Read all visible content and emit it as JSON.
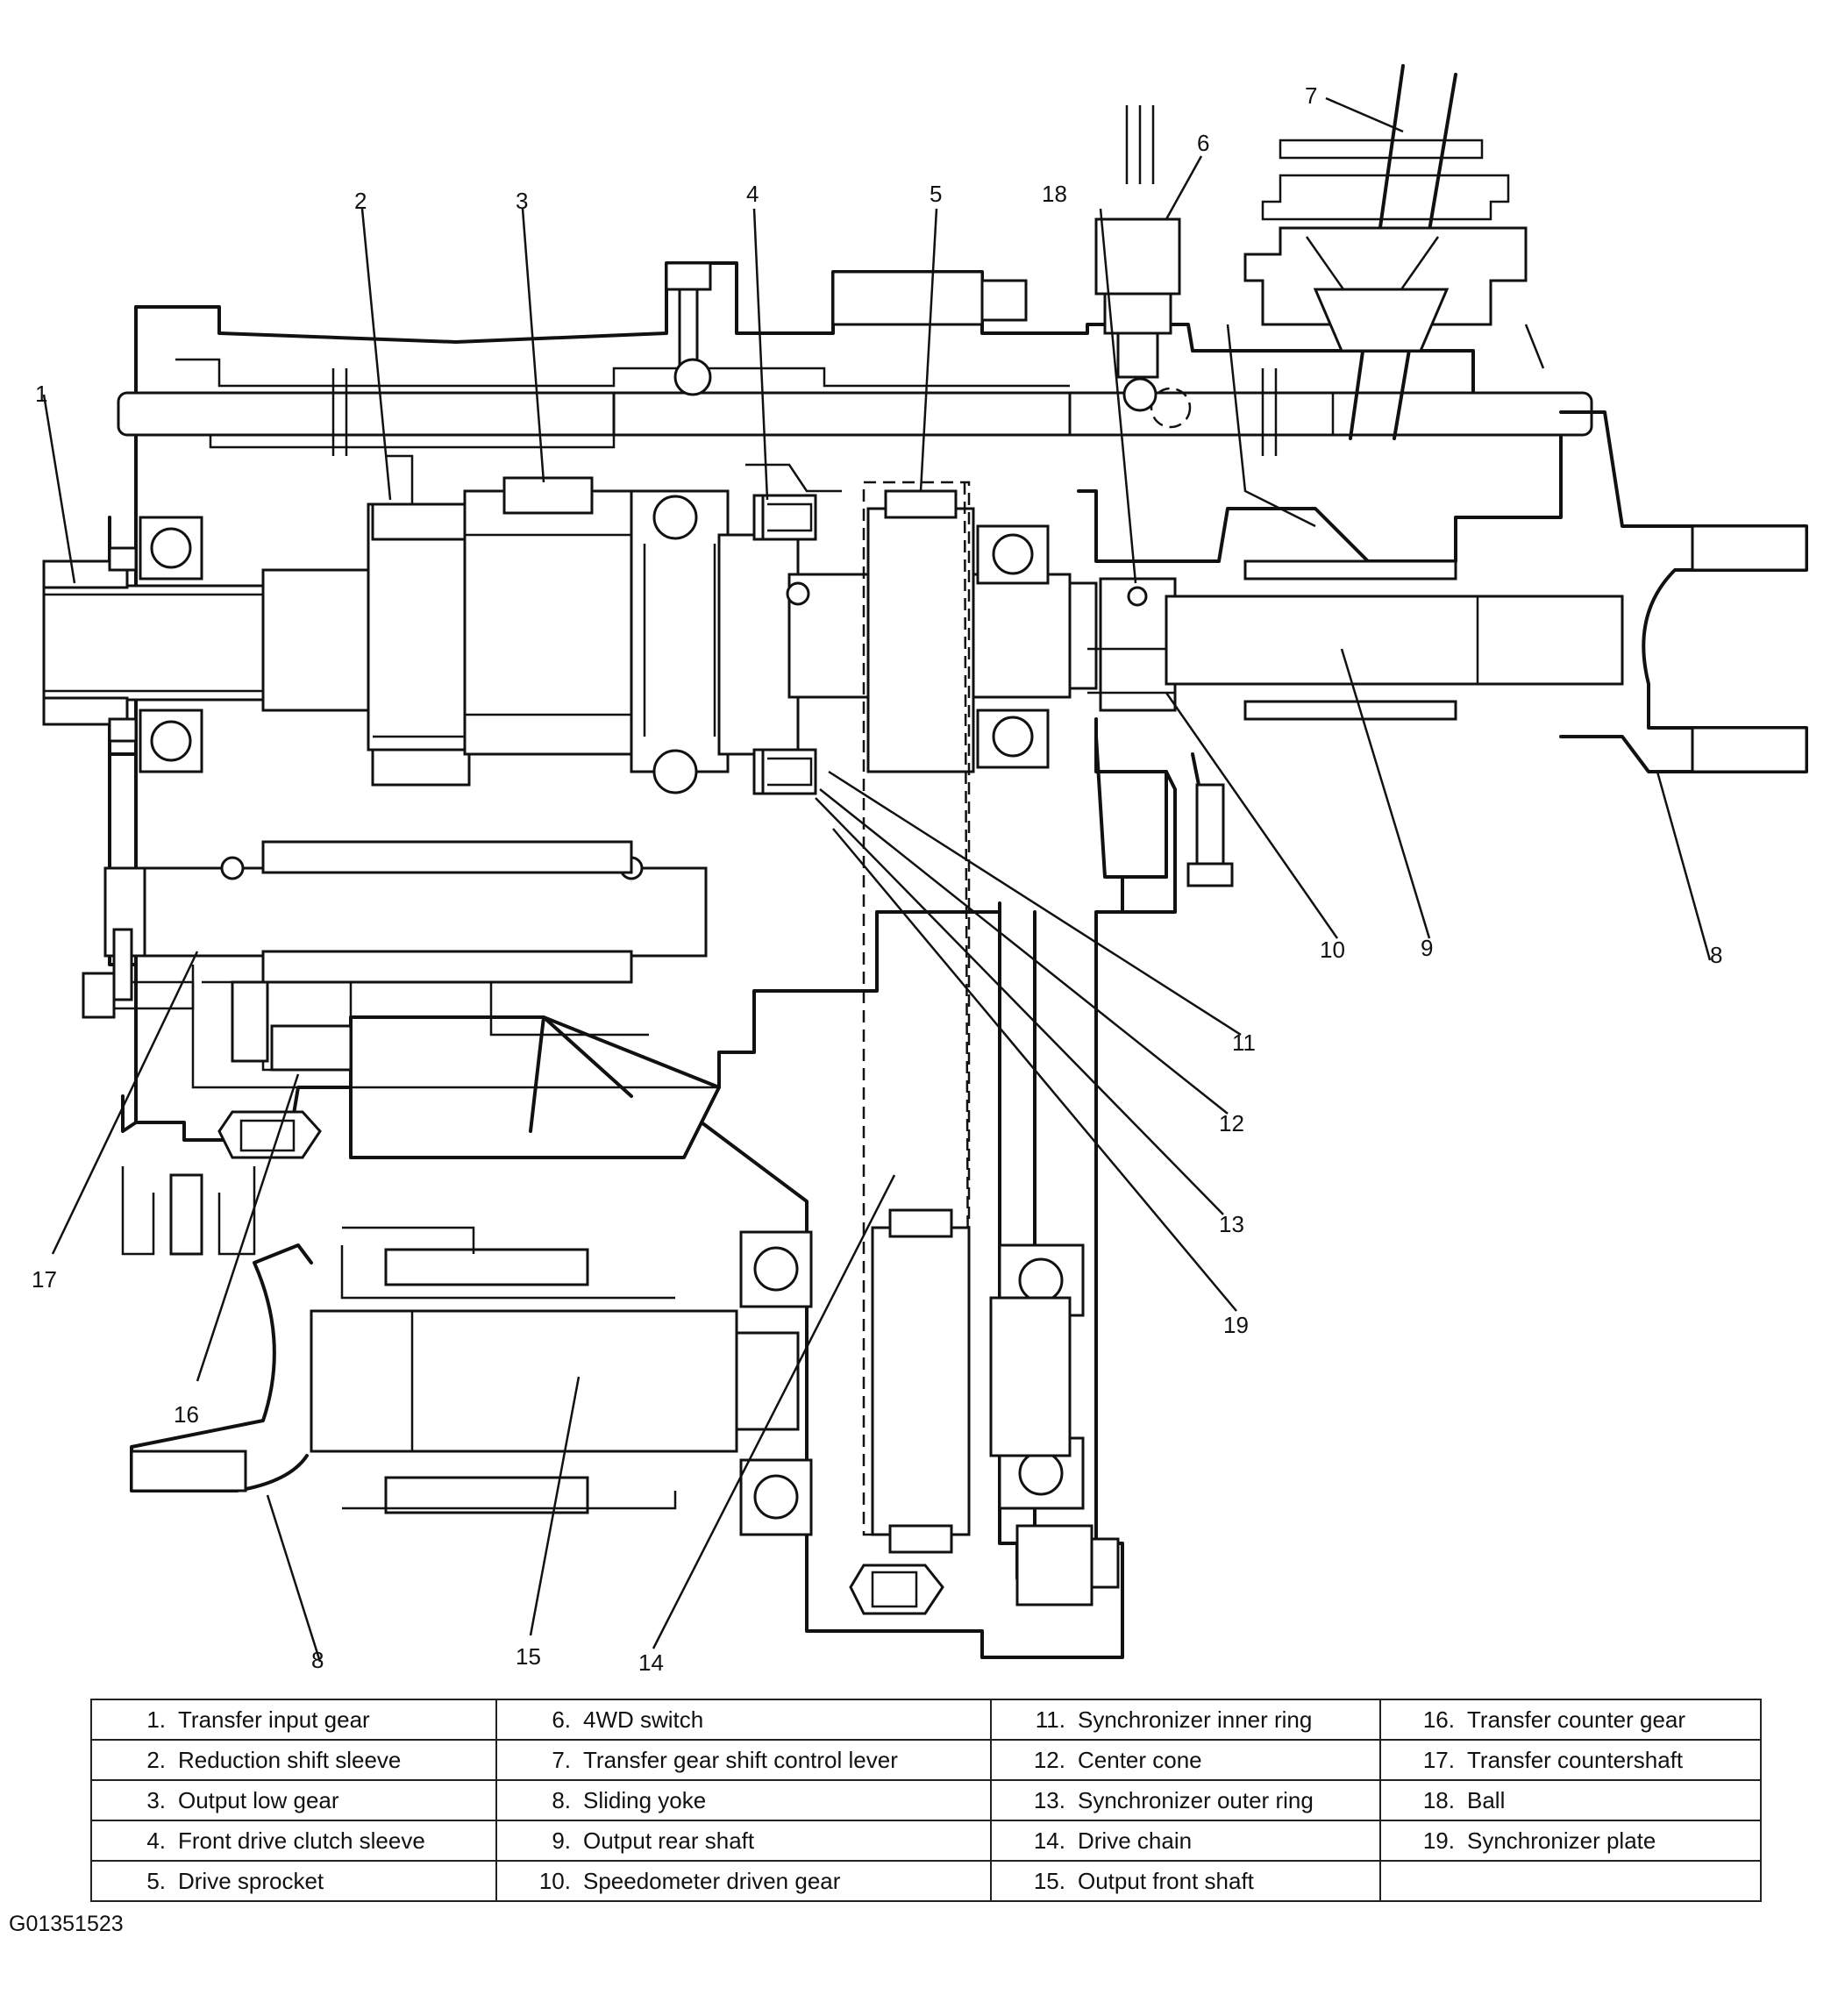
{
  "callouts": [
    "1",
    "2",
    "3",
    "4",
    "5",
    "6",
    "7",
    "8",
    "8",
    "9",
    "10",
    "11",
    "12",
    "13",
    "14",
    "15",
    "16",
    "17",
    "18",
    "19"
  ],
  "legend": {
    "rows": [
      [
        {
          "n": "1.",
          "t": "Transfer input gear"
        },
        {
          "n": "6.",
          "t": "4WD switch"
        },
        {
          "n": "11.",
          "t": "Synchronizer inner ring"
        },
        {
          "n": "16.",
          "t": "Transfer counter gear"
        }
      ],
      [
        {
          "n": "2.",
          "t": "Reduction shift sleeve"
        },
        {
          "n": "7.",
          "t": "Transfer gear shift control lever"
        },
        {
          "n": "12.",
          "t": "Center cone"
        },
        {
          "n": "17.",
          "t": "Transfer countershaft"
        }
      ],
      [
        {
          "n": "3.",
          "t": "Output low gear"
        },
        {
          "n": "8.",
          "t": "Sliding yoke"
        },
        {
          "n": "13.",
          "t": "Synchronizer outer ring"
        },
        {
          "n": "18.",
          "t": "Ball"
        }
      ],
      [
        {
          "n": "4.",
          "t": "Front drive clutch sleeve"
        },
        {
          "n": "9.",
          "t": "Output rear shaft"
        },
        {
          "n": "14.",
          "t": "Drive chain"
        },
        {
          "n": "19.",
          "t": "Synchronizer plate"
        }
      ],
      [
        {
          "n": "5.",
          "t": "Drive sprocket"
        },
        {
          "n": "10.",
          "t": "Speedometer driven gear"
        },
        {
          "n": "15.",
          "t": "Output front shaft"
        },
        {
          "n": "",
          "t": ""
        }
      ]
    ]
  },
  "figure_id": "G01351523"
}
